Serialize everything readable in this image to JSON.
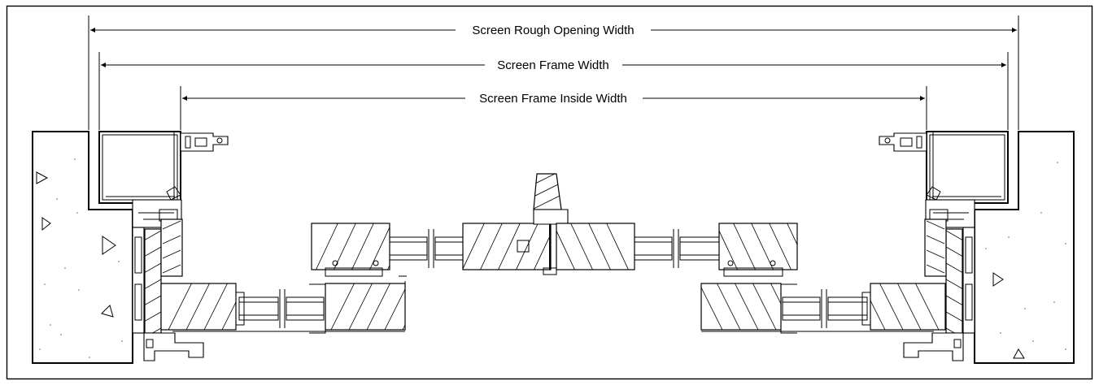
{
  "dimensions": {
    "rough_opening": "Screen Rough Opening Width",
    "frame_width": "Screen Frame Width",
    "frame_inside": "Screen Frame Inside Width"
  }
}
